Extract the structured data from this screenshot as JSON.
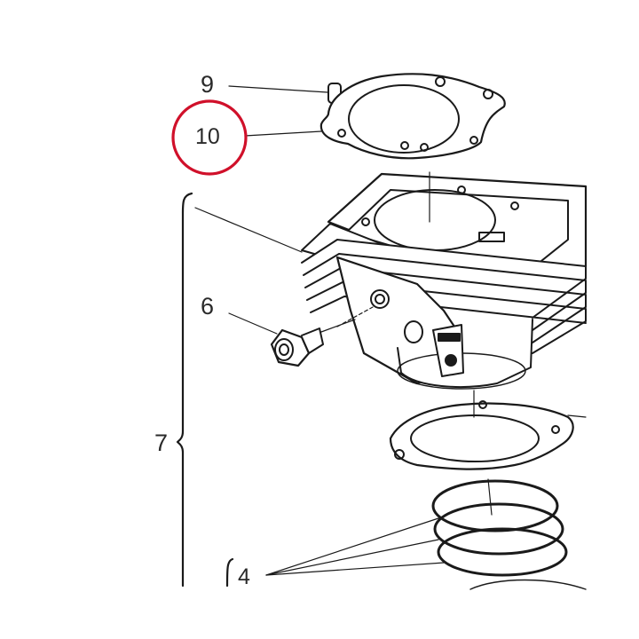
{
  "diagram": {
    "callouts": {
      "c9": "9",
      "c10": "10",
      "c6": "6",
      "c7": "7",
      "c4": "4"
    },
    "highlight": {
      "target": "10",
      "color": "#d0102a"
    },
    "colors": {
      "line": "#1a1a1a",
      "fill": "#ffffff",
      "shade": "#d8d8d8"
    }
  }
}
